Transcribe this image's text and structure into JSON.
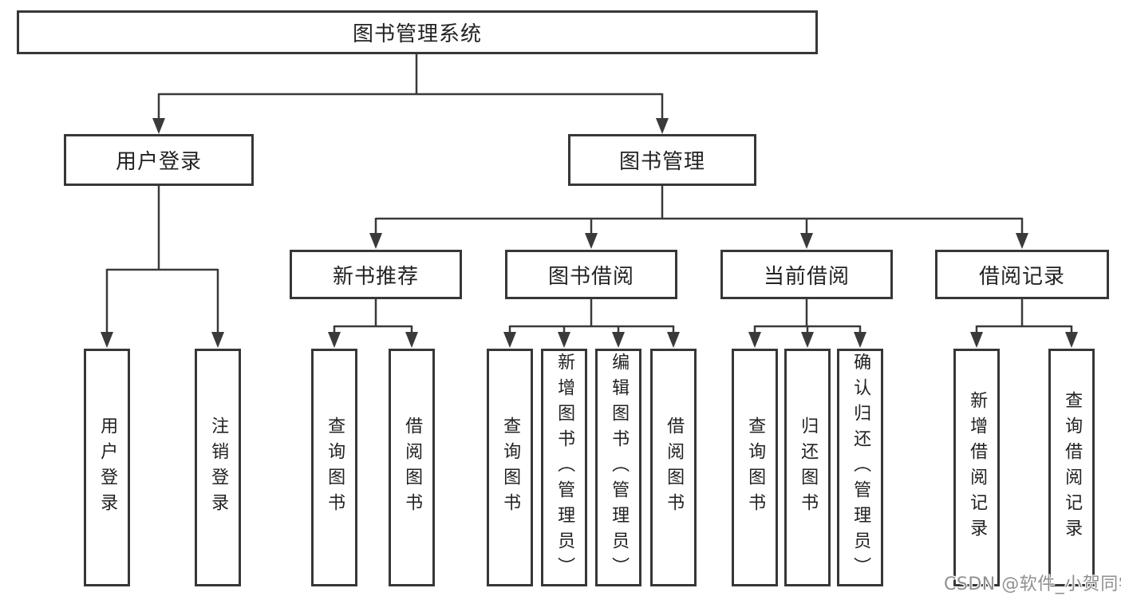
{
  "diagram": {
    "root": {
      "label": "图书管理系统"
    },
    "level2": [
      {
        "label": "用户登录"
      },
      {
        "label": "图书管理"
      }
    ],
    "level3": [
      {
        "label": "新书推荐"
      },
      {
        "label": "图书借阅"
      },
      {
        "label": "当前借阅"
      },
      {
        "label": "借阅记录"
      }
    ],
    "leaves": [
      {
        "label": "用户登录"
      },
      {
        "label": "注销登录"
      },
      {
        "label": "查询图书"
      },
      {
        "label": "借阅图书"
      },
      {
        "label": "查询图书"
      },
      {
        "label": "新增图书（管理员）"
      },
      {
        "label": "编辑图书（管理员）"
      },
      {
        "label": "借阅图书"
      },
      {
        "label": "查询图书"
      },
      {
        "label": "归还图书"
      },
      {
        "label": "确认归还（管理员）"
      },
      {
        "label": "新增借阅记录"
      },
      {
        "label": "查询借阅记录"
      }
    ],
    "colors": {
      "line": "#3a3a3a",
      "border": "#373737",
      "text": "#222222",
      "watermark": "#909090"
    }
  },
  "watermark": {
    "text": "CSDN @软件_小贺同学"
  }
}
